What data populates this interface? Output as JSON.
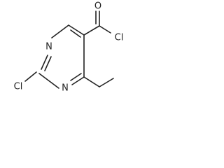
{
  "molecule": {
    "atoms": {
      "o_carbonyl": "O",
      "cl_acyl": "Cl",
      "n_top": "N",
      "n_bottom": "N",
      "cl_ring": "Cl"
    },
    "colors": {
      "bond": "#222222",
      "text": "#222222",
      "background": "#ffffff"
    }
  }
}
